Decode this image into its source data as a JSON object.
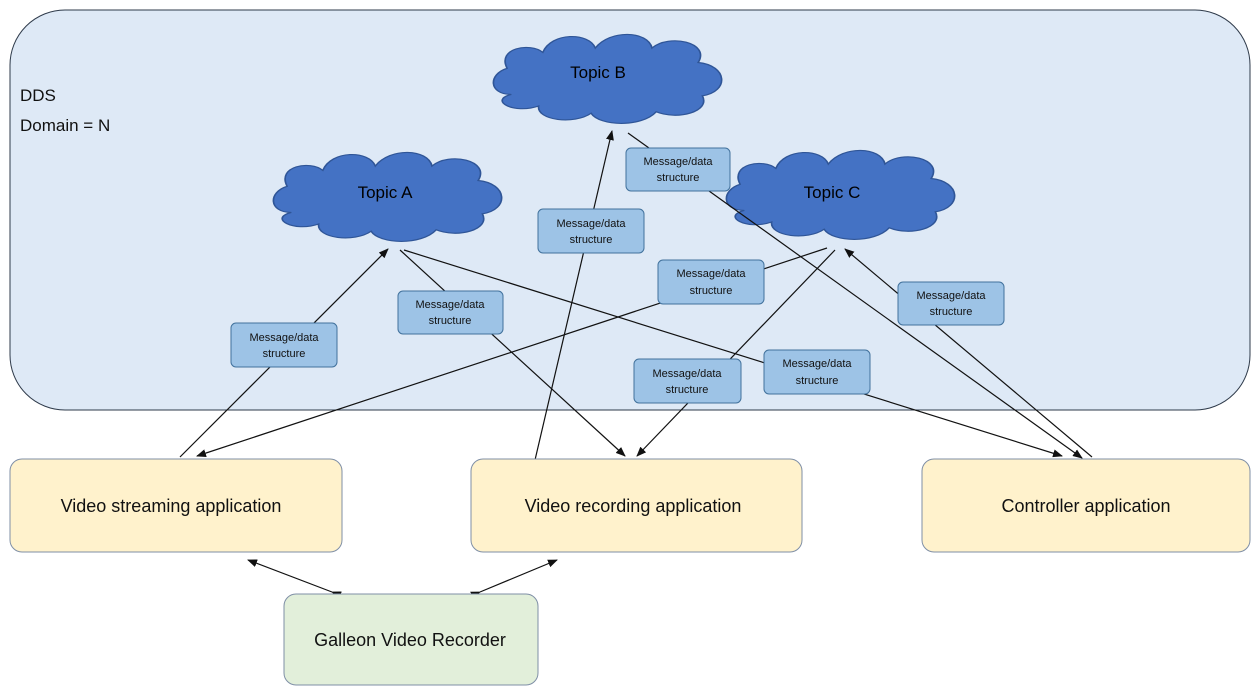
{
  "domain": {
    "title": "DDS",
    "subtitle": "Domain = N"
  },
  "topics": {
    "a": "Topic A",
    "b": "Topic B",
    "c": "Topic C"
  },
  "message_label": {
    "line1": "Message/data",
    "line2": "structure"
  },
  "applications": {
    "streaming": "Video streaming application",
    "recording": "Video recording application",
    "controller": "Controller application"
  },
  "recorder": "Galleon Video Recorder",
  "colors": {
    "domain_fill": "#dee9f6",
    "domain_stroke": "#2e3a4a",
    "cloud_fill": "#4472c4",
    "cloud_stroke": "#2f5597",
    "message_fill": "#9dc3e6",
    "message_stroke": "#41719c",
    "app_fill": "#fff2cc",
    "app_stroke": "#7f8fa6",
    "recorder_fill": "#e2efda",
    "recorder_stroke": "#7f8fa6"
  }
}
